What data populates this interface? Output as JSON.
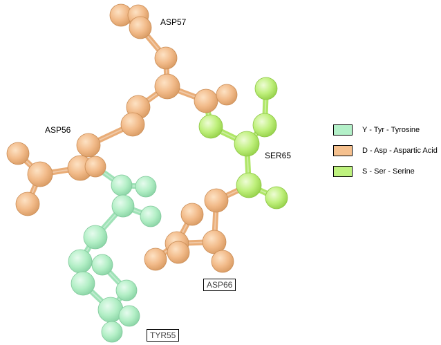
{
  "colors": {
    "tyrosine": "#b3f0c8",
    "aspartic_acid": "#f5c08e",
    "serine": "#bef27e"
  },
  "residue_labels": {
    "asp57": "ASP57",
    "asp56": "ASP56",
    "ser65": "SER65",
    "asp66": "ASP66",
    "tyr55": "TYR55"
  },
  "legend": [
    {
      "text": "Y - Tyr - Tyrosine",
      "color": "#b3f0c8"
    },
    {
      "text": "D - Asp - Aspartic Acid",
      "color": "#f5c08e"
    },
    {
      "text": "S - Ser - Serine",
      "color": "#bef27e"
    }
  ]
}
